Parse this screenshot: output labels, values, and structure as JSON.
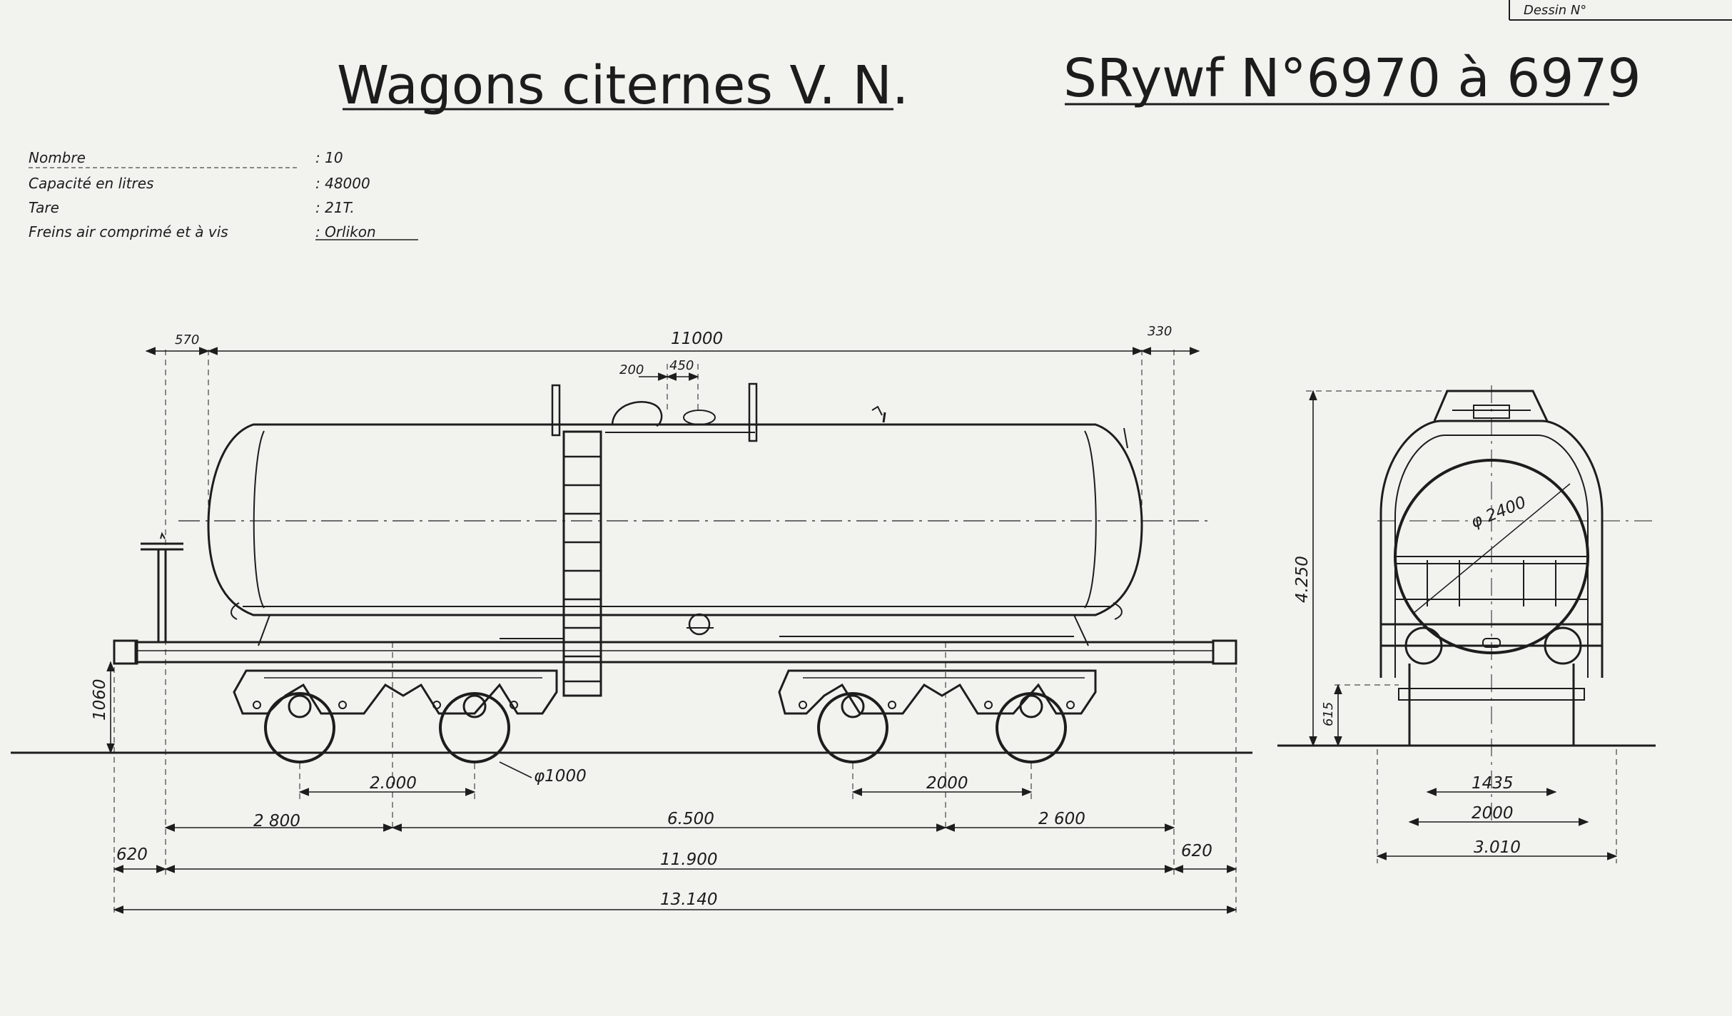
{
  "drawing_ref": "Dessin N°",
  "title": {
    "left": "Wagons citernes V. N.",
    "right": "SRywf N°6970 à 6979"
  },
  "specs": [
    {
      "label": "Nombre",
      "value": ": 10"
    },
    {
      "label": "Capacité en litres",
      "value": ": 48000"
    },
    {
      "label": "Tare",
      "value": ": 21T."
    },
    {
      "label": "Freins air comprimé et à vis",
      "value": ": Orlikon"
    }
  ],
  "side_dims": {
    "overhang_left": "570",
    "tank_length": "11000",
    "overhang_right": "330",
    "dome_a": "200",
    "dome_b": "450",
    "buffer_height": "1060",
    "bogie_wheelbase_left": "2.000",
    "wheel_diameter": "φ1000",
    "bogie_wheelbase_right": "2000",
    "end_left": "2 800",
    "bogie_centres": "6.500",
    "end_right": "2 600",
    "buffer_left": "620",
    "frame_length": "11.900",
    "buffer_right": "620",
    "overall_length": "13.140"
  },
  "end_dims": {
    "tank_diameter": "φ 2400",
    "total_height": "4.250",
    "frame_height": "615",
    "gauge": "1435",
    "bogie_width": "2000",
    "overall_width": "3.010"
  }
}
